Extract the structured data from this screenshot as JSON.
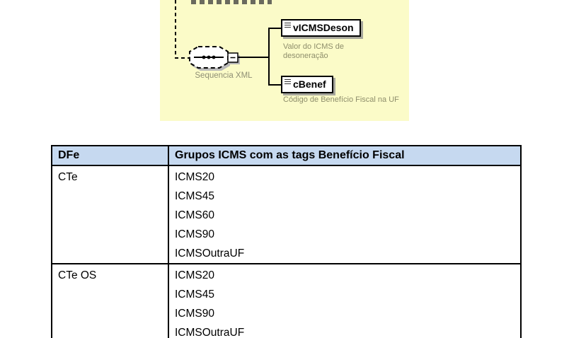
{
  "diagram": {
    "sequence_label": "Sequencia XML",
    "elements": [
      {
        "name": "vICMSDeson",
        "description": "Valor do ICMS de desoneração"
      },
      {
        "name": "cBenef",
        "description": "Código de Benefício Fiscal na UF"
      }
    ],
    "colors": {
      "panel_bg": "#fbfbc8",
      "annotation_text": "#8e8e6b",
      "box_border": "#000000",
      "box_shadow": "#919191"
    }
  },
  "table": {
    "header_bg": "#c6d9f0",
    "headers": [
      "DFe",
      "Grupos ICMS com as tags Benefício Fiscal"
    ],
    "rows": [
      {
        "dfe": "CTe",
        "groups": [
          "ICMS20",
          "ICMS45",
          "ICMS60",
          "ICMS90",
          "ICMSOutraUF"
        ]
      },
      {
        "dfe": "CTe OS",
        "groups": [
          "ICMS20",
          "ICMS45",
          "ICMS90",
          "ICMSOutraUF"
        ]
      }
    ]
  }
}
